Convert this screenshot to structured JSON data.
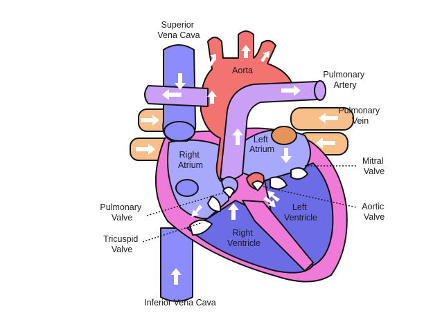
{
  "labels": {
    "superior_vena_cava": [
      "Superior",
      "Vena Cava"
    ],
    "aorta": "Aorta",
    "pulmonary_artery": [
      "Pulmonary",
      "Artery"
    ],
    "pulmonary_vein": [
      "Pulmonary",
      "Vein"
    ],
    "right_atrium": [
      "Right",
      "Atrium"
    ],
    "left_atrium": [
      "Left",
      "Atrium"
    ],
    "mitral_valve": [
      "Mitral",
      "Valve"
    ],
    "pulmonary_valve": [
      "Pulmonary",
      "Valve"
    ],
    "aortic_valve": [
      "Aortic",
      "Valve"
    ],
    "left_ventricle": [
      "Left",
      "Ventricle"
    ],
    "tricuspid_valve": [
      "Tricuspid",
      "Valve"
    ],
    "right_ventricle": [
      "Right",
      "Ventricle"
    ],
    "inferior_vena_cava": "Inferior Vena Cava"
  },
  "colors": {
    "vena_cava": "#8c8cff",
    "right_side": "#a8a8ff",
    "ventricle_blue": "#6c6ce6",
    "aorta": "#f2736f",
    "pulmonary_artery": "#c9a0f5",
    "pulmonary_vein": "#f7c08a",
    "myocardium": "#f07ad8",
    "arrow": "#ffffff",
    "outline": "#111111"
  }
}
